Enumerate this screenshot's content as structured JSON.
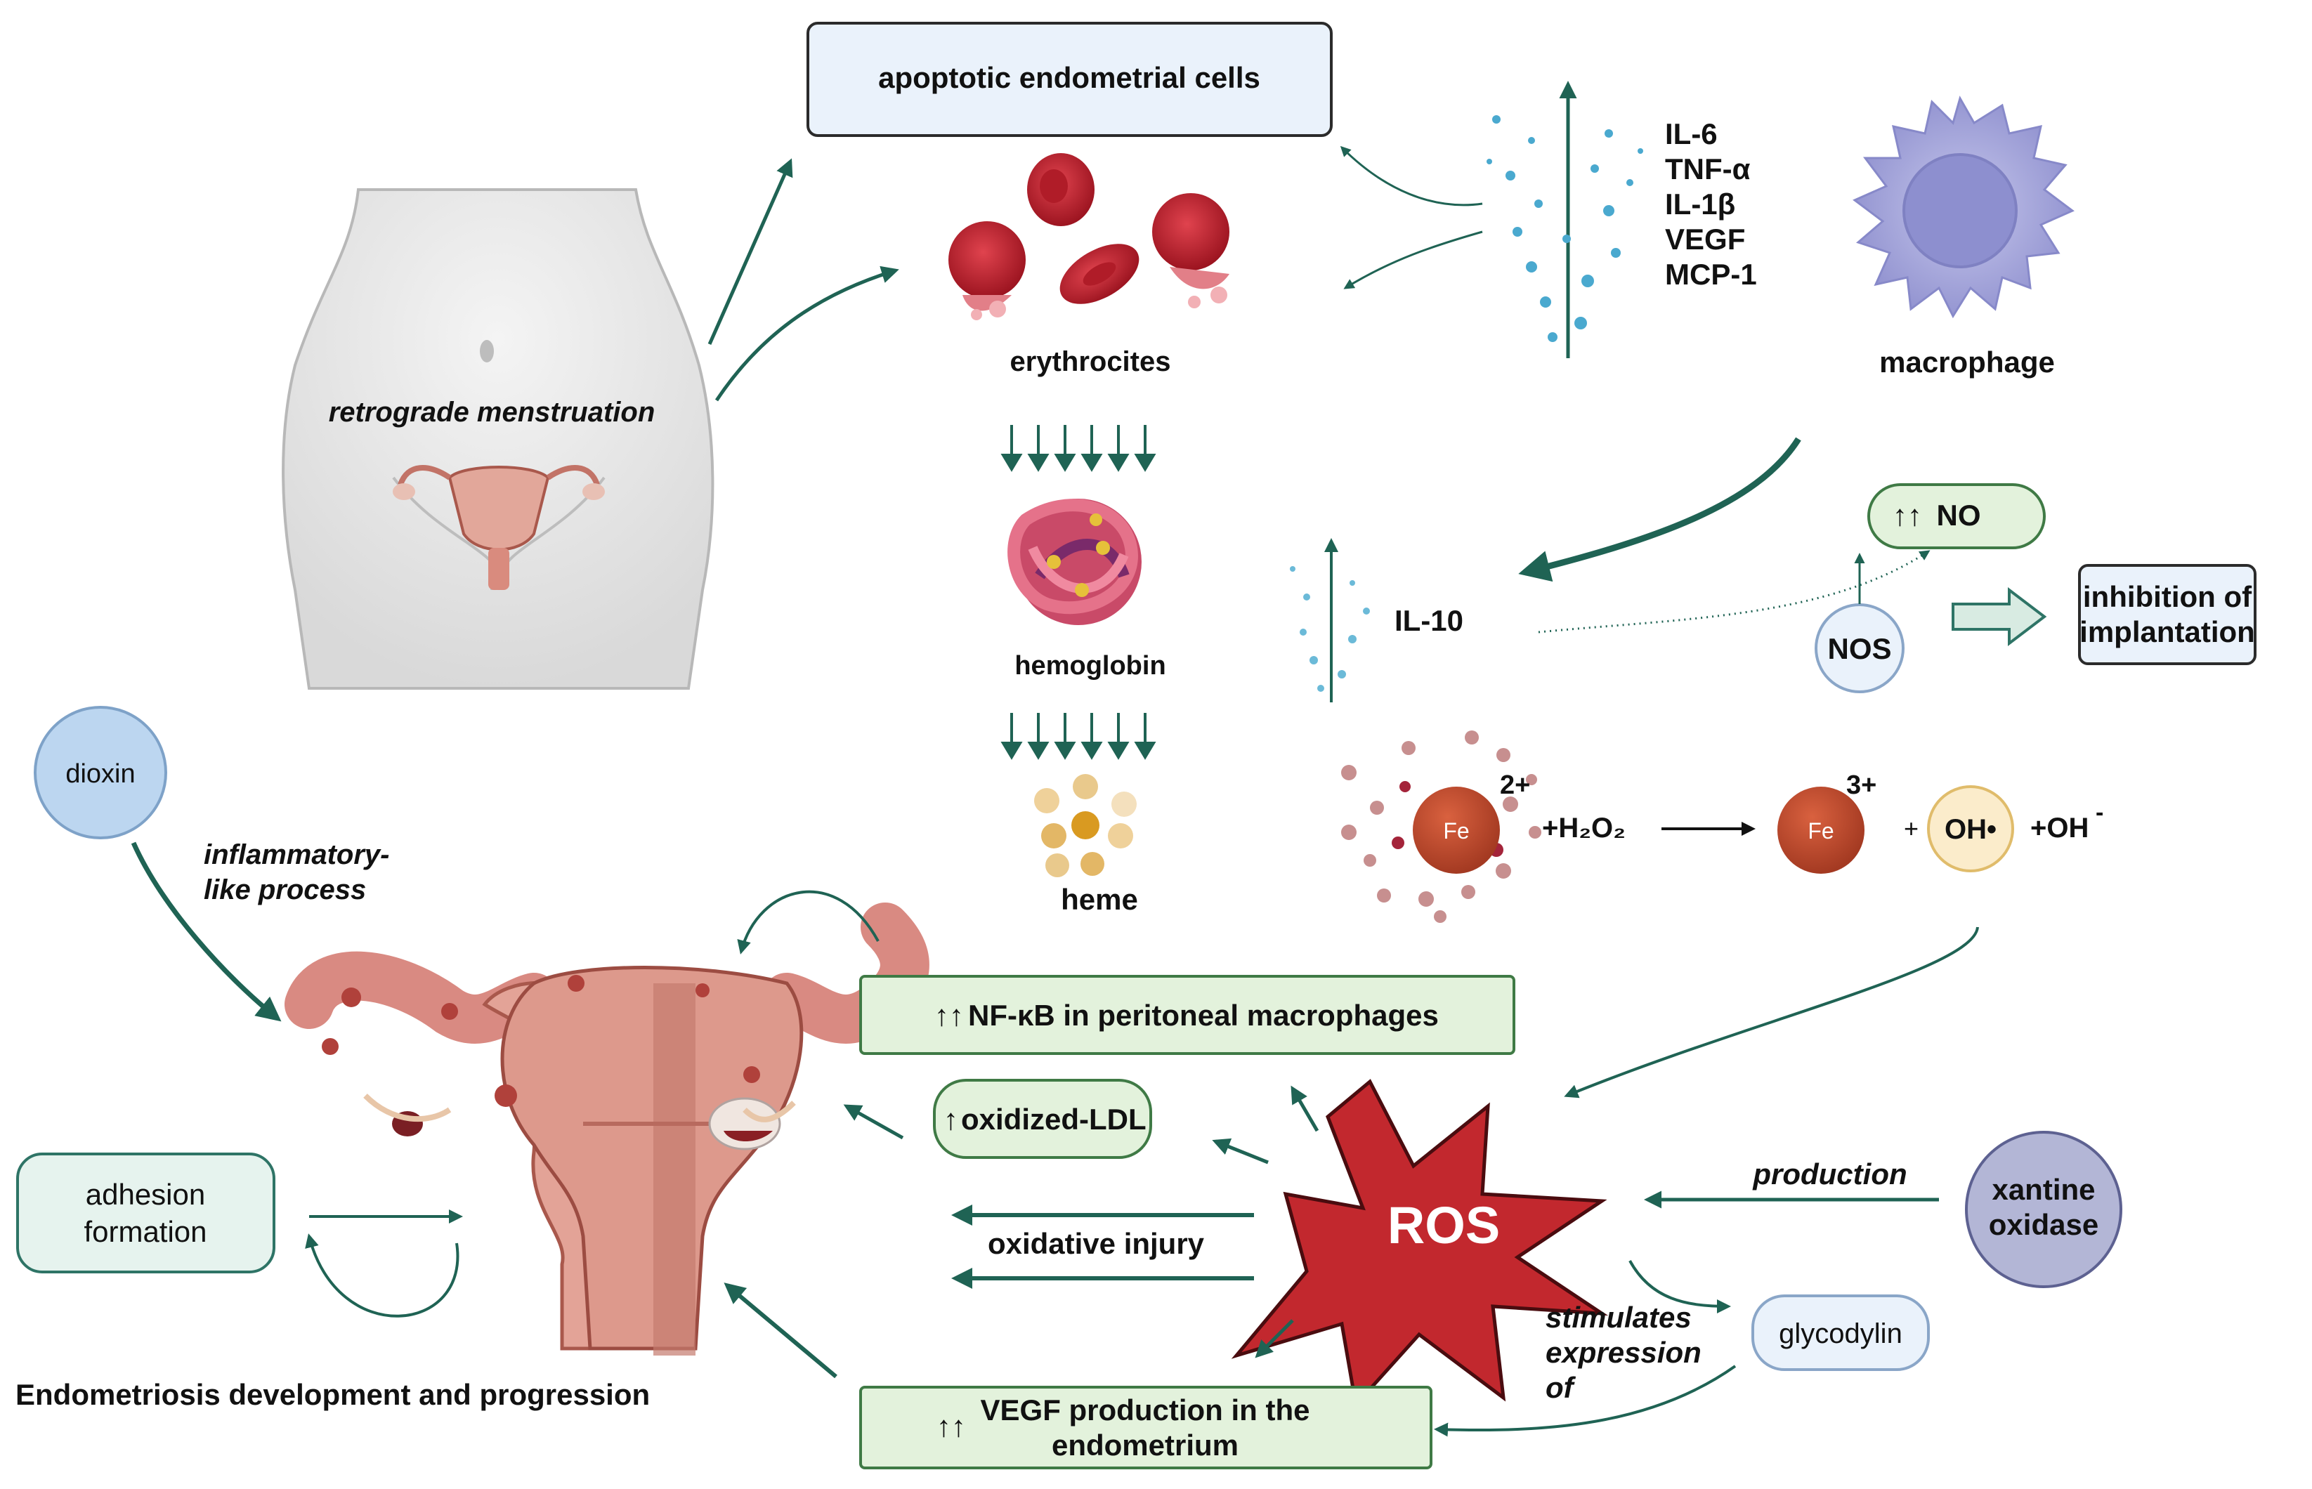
{
  "labels": {
    "retrograde": "retrograde menstruation",
    "apoptotic": "apoptotic endometrial cells",
    "erythrocites": "erythrocites",
    "cytokines": [
      "IL-6",
      "TNF-α",
      "IL-1β",
      "VEGF",
      "MCP-1"
    ],
    "macrophage": "macrophage",
    "hemoglobin": "hemoglobin",
    "heme": "heme",
    "il10": "IL-10",
    "no": "NO",
    "nos": "NOS",
    "inhibition_line1": "inhibition of",
    "inhibition_line2": "implantation",
    "dioxin": "dioxin",
    "inflammatory_line1": "inflammatory-",
    "inflammatory_line2": "like process",
    "fe": "Fe",
    "fe2_charge": "2+",
    "fe3_charge": "3+",
    "h2o2": "+H₂O₂",
    "plus": "+",
    "oh_radical": "OH•",
    "oh_minus": "+OH",
    "oh_minus_sup": "-",
    "nfkb": "NF-κB in peritoneal macrophages",
    "oxldl": "oxidized-LDL",
    "ros": "ROS",
    "production": "production",
    "xantine_line1": "xantine",
    "xantine_line2": "oxidase",
    "oxidative": "oxidative injury",
    "adhesion_line1": "adhesion",
    "adhesion_line2": "formation",
    "stimulates": [
      "stimulates",
      "expression",
      "of"
    ],
    "glycodylin": "glycodylin",
    "vegf_line1": "VEGF production in the",
    "vegf_line2": "endometrium",
    "endo": "Endometriosis development and progression",
    "up_arrows": "↑↑",
    "up_arrow": "↑"
  },
  "colors": {
    "arrow": "#1f6354",
    "green_box_fill": "#e3f2dc",
    "green_box_stroke": "#3f7a45",
    "blue_box_fill": "#eaf2fb",
    "ros_fill": "#c2282e",
    "ros_stroke": "#4a0c0f",
    "uterus": "#d99a8e",
    "macrophage": "#a5a6d8",
    "fe_fill": "#b9472c"
  }
}
